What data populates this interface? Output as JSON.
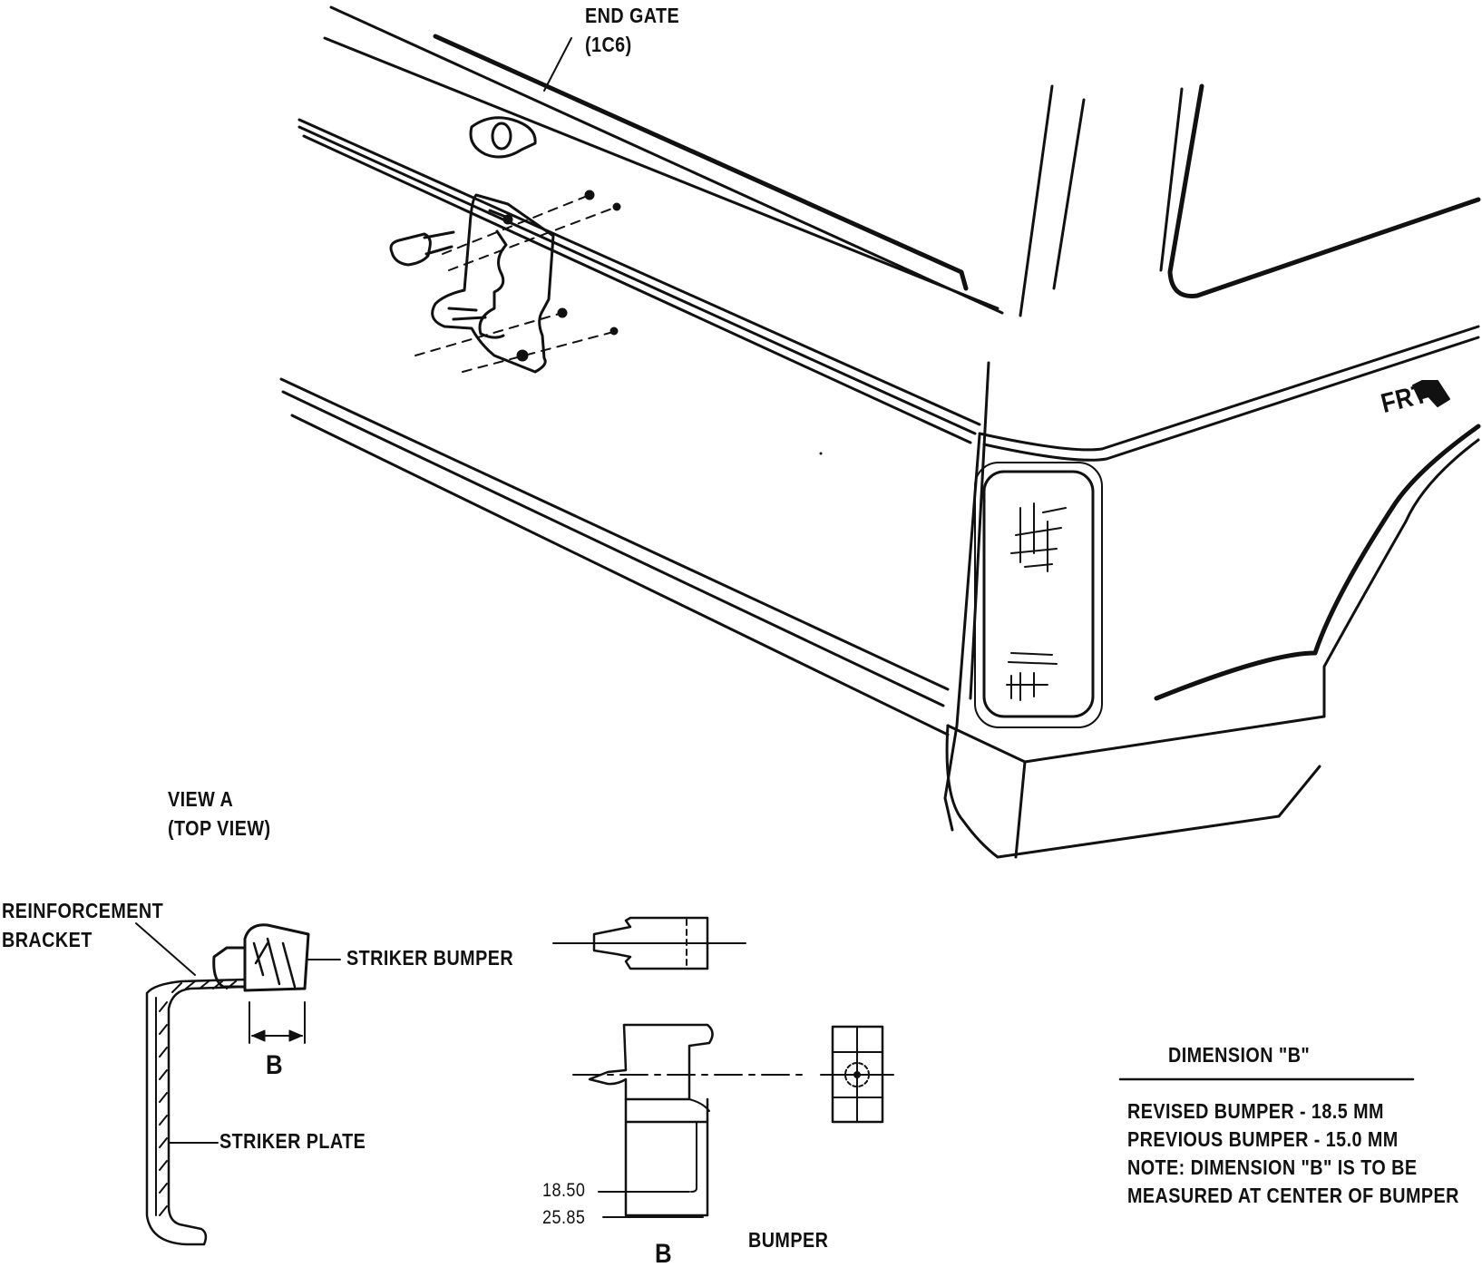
{
  "labels": {
    "end_gate": "END GATE",
    "end_gate_code": "(1C6)",
    "front": "FRT",
    "view_a": "VIEW A",
    "top_view": "(TOP VIEW)",
    "reinforcement": "REINFORCEMENT",
    "bracket": "BRACKET",
    "striker_bumper": "STRIKER BUMPER",
    "striker_plate": "STRIKER PLATE",
    "dim_b": "B",
    "dim_b_section": "B",
    "bumper": "BUMPER",
    "dim_1850": "18.50",
    "dim_2585": "25.85"
  },
  "dimension_table": {
    "title": "DIMENSION \"B\"",
    "rows": [
      "REVISED BUMPER - 18.5 MM",
      "PREVIOUS BUMPER - 15.0 MM",
      "NOTE: DIMENSION \"B\" IS TO BE",
      "MEASURED AT CENTER OF BUMPER"
    ]
  },
  "colors": {
    "ink": "#111111",
    "paper": "#ffffff"
  }
}
